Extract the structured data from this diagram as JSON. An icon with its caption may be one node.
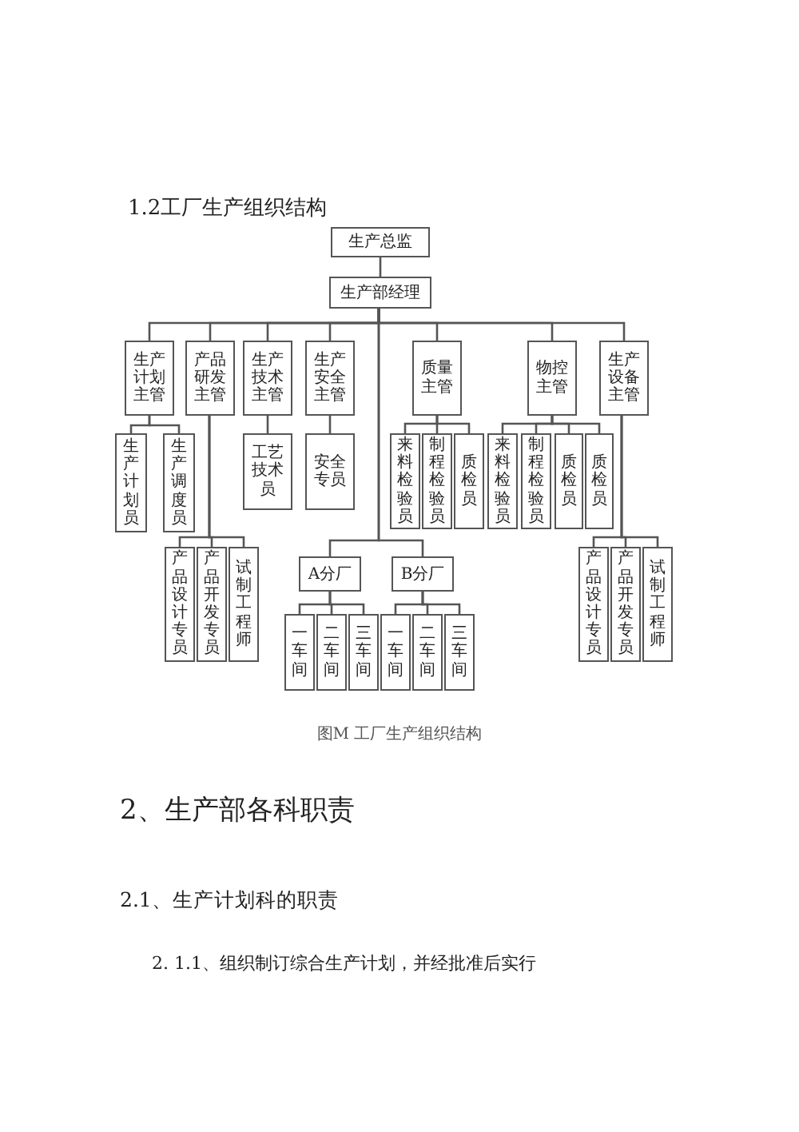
{
  "diagram": {
    "title": "1.2工厂生产组织结构",
    "caption": "图M 工厂生产组织结构",
    "nodes": [
      {
        "text": [
          "生产总监"
        ]
      },
      {
        "text": [
          "生产部经理"
        ]
      },
      {
        "text": [
          "生产计划主管"
        ]
      },
      {
        "text": [
          "产品研发主管"
        ]
      },
      {
        "text": [
          "生产技术主管"
        ]
      },
      {
        "text": [
          "生产安全主管"
        ]
      },
      {
        "text": [
          "质量主管"
        ]
      },
      {
        "text": [
          "物控主管"
        ]
      },
      {
        "text": [
          "生产设备主管"
        ]
      },
      {
        "text": [
          "生产计划员"
        ]
      },
      {
        "text": [
          "生产调度员"
        ]
      },
      {
        "text": [
          "工艺技术员"
        ]
      },
      {
        "text": [
          "安全专员"
        ]
      },
      {
        "text": [
          "来料检验员"
        ]
      },
      {
        "text": [
          "制程检验员"
        ]
      },
      {
        "text": [
          "质检员"
        ]
      },
      {
        "text": [
          "来料检验员"
        ]
      },
      {
        "text": [
          "制程检验员"
        ]
      },
      {
        "text": [
          "质检员"
        ]
      },
      {
        "text": [
          "质检员"
        ]
      },
      {
        "text": [
          "产品设计专员"
        ]
      },
      {
        "text": [
          "产品开发专员"
        ]
      },
      {
        "text": [
          "试制工程师"
        ]
      },
      {
        "text": [
          "产品设计专员"
        ]
      },
      {
        "text": [
          "产品开发专员"
        ]
      },
      {
        "text": [
          "试制工程师"
        ]
      },
      {
        "text": [
          "A分厂"
        ]
      },
      {
        "text": [
          "B分厂"
        ]
      },
      {
        "text": [
          "一车间"
        ]
      },
      {
        "text": [
          "二车间"
        ]
      },
      {
        "text": [
          "三车间"
        ]
      },
      {
        "text": [
          "一车间"
        ]
      },
      {
        "text": [
          "二车间"
        ]
      },
      {
        "text": [
          "三车间"
        ]
      }
    ],
    "edges": [
      {
        "from": 0,
        "to": 1,
        "arrow": "none"
      },
      {
        "from": 1,
        "to": 2,
        "arrow": "none"
      },
      {
        "from": 1,
        "to": 3,
        "arrow": "none"
      },
      {
        "from": 1,
        "to": 4,
        "arrow": "none"
      },
      {
        "from": 1,
        "to": 5,
        "arrow": "none"
      },
      {
        "from": 1,
        "to": 6,
        "arrow": "none"
      },
      {
        "from": 1,
        "to": 7,
        "arrow": "none"
      },
      {
        "from": 1,
        "to": 8,
        "arrow": "none"
      },
      {
        "from": 2,
        "to": 9,
        "arrow": "none"
      },
      {
        "from": 2,
        "to": 10,
        "arrow": "none"
      },
      {
        "from": 4,
        "to": 11,
        "arrow": "none"
      },
      {
        "from": 5,
        "to": 12,
        "arrow": "none"
      },
      {
        "from": 6,
        "to": 13,
        "arrow": "none"
      },
      {
        "from": 6,
        "to": 14,
        "arrow": "none"
      },
      {
        "from": 6,
        "to": 15,
        "arrow": "none"
      },
      {
        "from": 7,
        "to": 16,
        "arrow": "none"
      },
      {
        "from": 7,
        "to": 17,
        "arrow": "none"
      },
      {
        "from": 7,
        "to": 18,
        "arrow": "none"
      },
      {
        "from": 7,
        "to": 19,
        "arrow": "none"
      },
      {
        "from": 3,
        "to": 20,
        "arrow": "none"
      },
      {
        "from": 3,
        "to": 21,
        "arrow": "none"
      },
      {
        "from": 3,
        "to": 22,
        "arrow": "none"
      },
      {
        "from": 8,
        "to": 23,
        "arrow": "none"
      },
      {
        "from": 8,
        "to": 24,
        "arrow": "none"
      },
      {
        "from": 8,
        "to": 25,
        "arrow": "none"
      },
      {
        "from": 1,
        "to": 26,
        "arrow": "none"
      },
      {
        "from": 1,
        "to": 27,
        "arrow": "none"
      },
      {
        "from": 26,
        "to": 28,
        "arrow": "none"
      },
      {
        "from": 26,
        "to": 29,
        "arrow": "none"
      },
      {
        "from": 26,
        "to": 30,
        "arrow": "none"
      },
      {
        "from": 27,
        "to": 31,
        "arrow": "none"
      },
      {
        "from": 27,
        "to": 32,
        "arrow": "none"
      },
      {
        "from": 27,
        "to": 33,
        "arrow": "none"
      }
    ],
    "labels": [
      "2、生产部各科职责",
      "2.1、生产计划科的职责",
      "2. 1.1、组织制订综合生产计划，并经批准后实行"
    ]
  }
}
